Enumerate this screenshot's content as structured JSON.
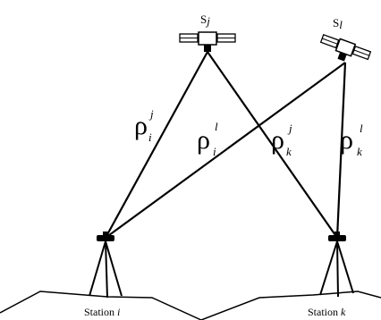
{
  "satellites": {
    "j": {
      "label": "S",
      "index": "j"
    },
    "l": {
      "label": "S",
      "index": "l"
    }
  },
  "stations": {
    "i": {
      "label": "Station",
      "index": "i"
    },
    "k": {
      "label": "Station",
      "index": "k"
    }
  },
  "ranges": [
    {
      "id": "rho_i_j",
      "symbol": "ρ",
      "sup": "j",
      "sub": "i"
    },
    {
      "id": "rho_i_l",
      "symbol": "ρ",
      "sup": "l",
      "sub": "i"
    },
    {
      "id": "rho_k_j",
      "symbol": "ρ",
      "sup": "j",
      "sub": "k"
    },
    {
      "id": "rho_k_l",
      "symbol": "ρ",
      "sup": "l",
      "sub": "k"
    }
  ]
}
